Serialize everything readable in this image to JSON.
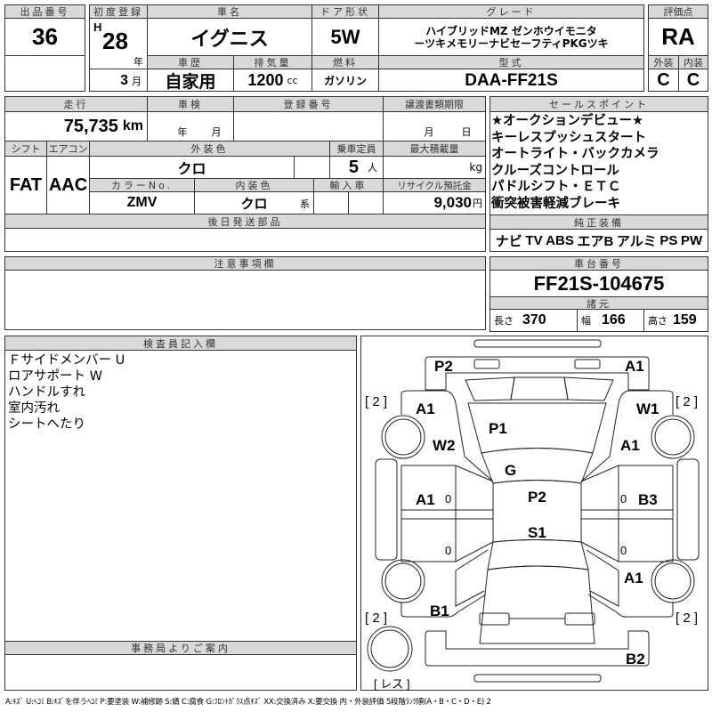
{
  "lot": {
    "label": "出品番号",
    "value": "36"
  },
  "first_reg": {
    "label": "初度登録",
    "era": "H",
    "year": "28",
    "year_unit": "年",
    "month": "3",
    "month_unit": "月"
  },
  "car_name": {
    "label": "車名",
    "value": "イグニス"
  },
  "history": {
    "label": "車歴",
    "value": "自家用"
  },
  "displacement": {
    "label": "排気量",
    "value": "1200",
    "unit": "cc"
  },
  "door": {
    "label": "ドア形状",
    "value": "5W"
  },
  "fuel": {
    "label": "燃料",
    "value": "ガソリン"
  },
  "grade": {
    "label": "グレード",
    "line1": "ハイブリッドMZ ゼンホウイモニタ",
    "line2": "ーツキメモリーナビセーフティPKGツキ"
  },
  "model": {
    "label": "型式",
    "value": "DAA-FF21S"
  },
  "score": {
    "label": "評価点",
    "value": "RA",
    "ext_label": "外装",
    "int_label": "内装",
    "ext": "C",
    "int": "C"
  },
  "mileage": {
    "label": "走行",
    "value": "75,735",
    "unit": "km"
  },
  "inspection": {
    "label": "車検",
    "year_unit": "年",
    "month_unit": "月"
  },
  "reg_number": {
    "label": "登録番号"
  },
  "transfer": {
    "label": "譲渡書類期限",
    "month_unit": "月",
    "day_unit": "日"
  },
  "shift": {
    "label": "シフト",
    "value": "FAT"
  },
  "aircon": {
    "label": "エアコン",
    "value": "AAC"
  },
  "ext_color": {
    "label": "外装色",
    "value": "クロ"
  },
  "capacity": {
    "label": "乗車定員",
    "value": "5",
    "unit": "人"
  },
  "max_load": {
    "label": "最大積載量",
    "unit": "kg"
  },
  "color_no": {
    "label": "カラーNo.",
    "value": "ZMV"
  },
  "int_color": {
    "label": "内装色",
    "value": "クロ",
    "suffix": "系"
  },
  "import": {
    "label": "輸入車"
  },
  "recycle": {
    "label": "リサイクル預託金",
    "value": "9,030",
    "unit": "円"
  },
  "later_parts": {
    "label": "後日発送部品"
  },
  "sales_points": {
    "label": "セールスポイント",
    "items": [
      "★オークションデビュー★",
      "キーレスプッシュスタート",
      "オートライト・バックカメラ",
      "クルーズコントロール",
      "パドルシフト・ＥＴＣ",
      "衝突被害軽減ブレーキ"
    ]
  },
  "equipment": {
    "label": "純正装備",
    "items": [
      "ナビ",
      "TV",
      "ABS",
      "エアB",
      "アルミ",
      "PS",
      "PW"
    ]
  },
  "caution": {
    "label": "注意事項欄"
  },
  "chassis": {
    "label": "車台番号",
    "value": "FF21S-104675"
  },
  "specs": {
    "label": "諸元",
    "length_label": "長さ",
    "length": "370",
    "width_label": "幅",
    "width": "166",
    "height_label": "高さ",
    "height": "159"
  },
  "inspector": {
    "label": "検査員記入欄",
    "lines": [
      "Ｆサイドメンバー U",
      "ロアサポート W",
      "ハンドルすれ",
      "室内汚れ",
      "シートへたり"
    ]
  },
  "office": {
    "label": "事務局よりご案内"
  },
  "diagram": {
    "marks": {
      "front_bumper_left": "P2",
      "front_bumper_right": "A1",
      "front_left_fender": "A1",
      "left_pillar": "W2",
      "hood": "P1",
      "windshield": "G",
      "roof": "P2",
      "roof_rear": "S1",
      "left_front_door": "A1",
      "right_front_door": "B3",
      "right_front_fender": "W1",
      "right_pillar": "A1",
      "right_rear_fender": "A1",
      "left_rear_fender": "B1",
      "rear_bumper": "B2"
    },
    "tires": {
      "front_left": "[ 2 ]",
      "front_right": "[ 2 ]",
      "rear_left": "[ 2 ]",
      "rear_right": "[ 2 ]",
      "spare": "[ レス ]"
    },
    "door_marks": [
      "0",
      "0",
      "0",
      "0"
    ]
  },
  "legend": "A:ｷｽﾞ U:ﾍｺﾐ B:ｷｽﾞを伴うﾍｺﾐ P:要塗装 W:補修跡 S:錆 C:腐食 G:ﾌﾛﾝﾄｶﾞﾗｽ点ｷｽﾞ XX:交換済み X:要交換 内・外装評価 5段階ﾗﾝｸ順(A・B・C・D・E) 2"
}
